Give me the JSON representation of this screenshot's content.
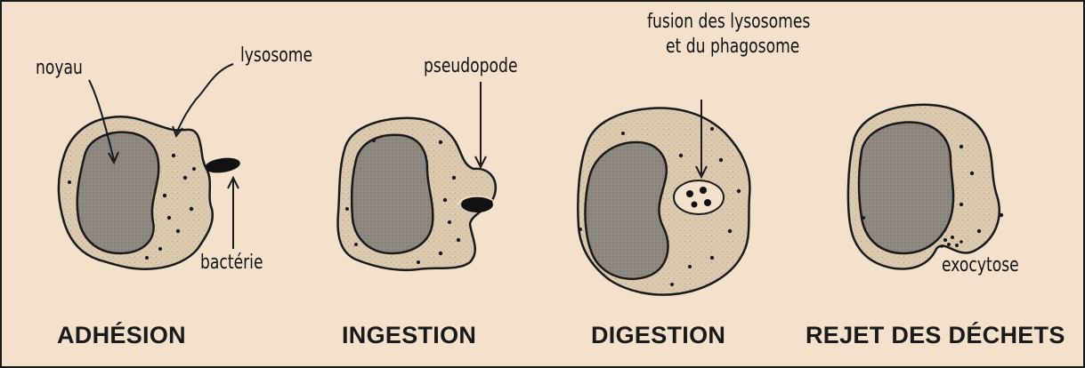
{
  "labels": {
    "noyau": "noyau",
    "lysosome": "lysosome",
    "bacterie": "bactérie",
    "pseudopode": "pseudopode",
    "fusion_line1": "fusion des lysosomes",
    "fusion_line2": "et du phagosome",
    "exocytose": "exocytose"
  },
  "stages": {
    "adhesion": "ADHÉSION",
    "ingestion": "INGESTION",
    "digestion": "DIGESTION",
    "rejet": "REJET DES DÉCHETS"
  },
  "colors": {
    "background": "#f3e1cb",
    "cytoplasm": "#d9c6ac",
    "nucleus": "#8e877f",
    "outline": "#1a1a1a"
  }
}
